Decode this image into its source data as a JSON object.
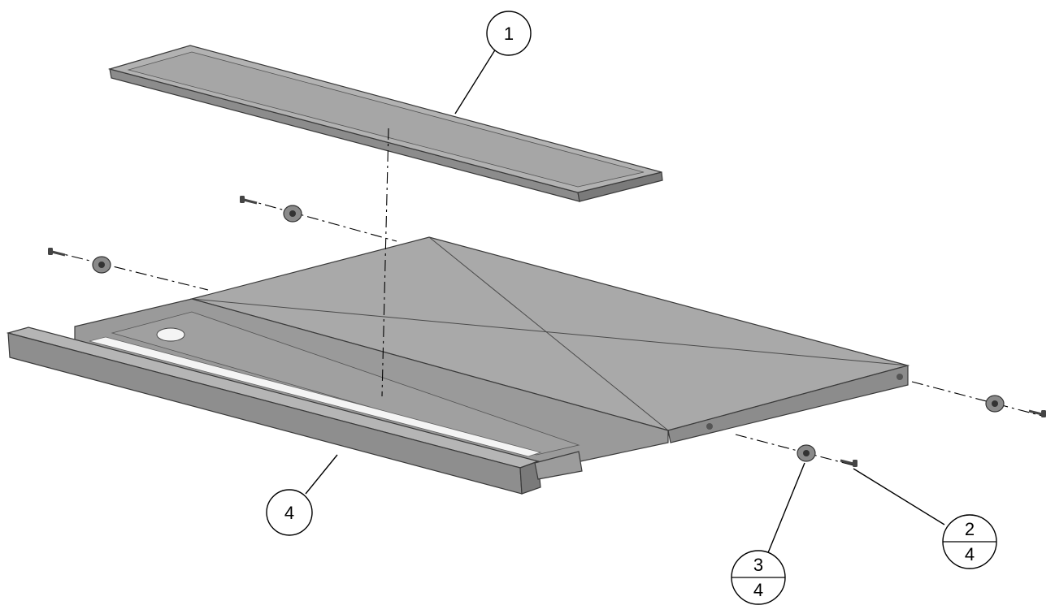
{
  "callouts": {
    "part_1": "1",
    "part_4": "4",
    "part_2": {
      "number": "2",
      "quantity": "4"
    },
    "part_3": {
      "number": "3",
      "quantity": "4"
    }
  },
  "colors": {
    "panel_face": "#a9a9a9",
    "panel_side": "#8c8c8c",
    "panel_dark": "#7a7a7a",
    "slot_highlight": "#f4f4f4",
    "outline": "#3a3a3a"
  },
  "icons": [
    "screw-icon",
    "washer-icon"
  ]
}
